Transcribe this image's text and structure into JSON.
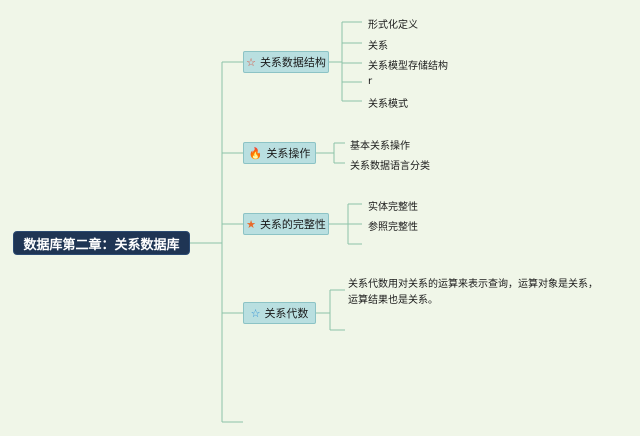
{
  "root": {
    "label": "数据库第二章：关系数据库"
  },
  "branches": [
    {
      "label": "关系数据结构",
      "icon": "star-outline-icon",
      "icon_color": "#d94a3a",
      "children": [
        "形式化定义",
        "关系",
        "关系模型存储结构",
        "r",
        "关系模式"
      ]
    },
    {
      "label": "关系操作",
      "icon": "flame-icon",
      "icon_color": "#e2452b",
      "children": [
        "基本关系操作",
        "关系数据语言分类"
      ]
    },
    {
      "label": "关系的完整性",
      "icon": "star-filled-icon",
      "icon_color": "#e8692a",
      "children": [
        "实体完整性",
        "参照完整性"
      ]
    },
    {
      "label": "关系代数",
      "icon": "star-outline-icon",
      "icon_color": "#2f8fd6",
      "children": [],
      "note_lines": [
        "关系代数用对关系的运算来表示查询，运算对象是关系，",
        "运算结果也是关系。"
      ]
    }
  ],
  "colors": {
    "line": "#8cc3a8",
    "background": "#f0f6e8"
  }
}
